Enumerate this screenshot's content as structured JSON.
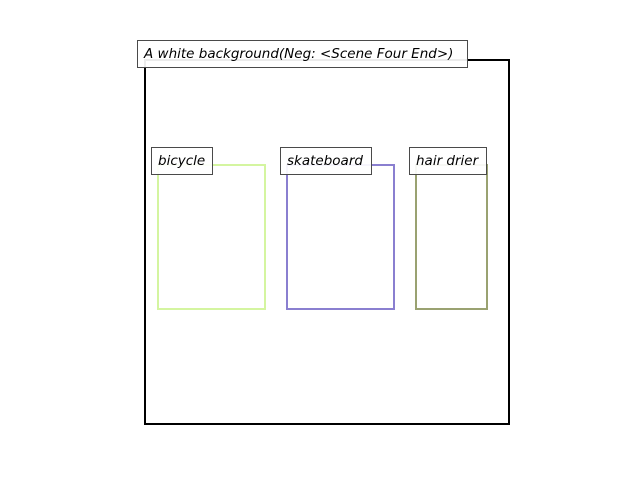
{
  "caption": "A white background(Neg: <Scene Four End>)",
  "objects": [
    {
      "label": "bicycle",
      "color": "#d4f5a0"
    },
    {
      "label": "skateboard",
      "color": "#8a7fd0"
    },
    {
      "label": "hair drier",
      "color": "#9aa271"
    }
  ],
  "colors": {
    "frame": "#000000",
    "background": "#ffffff",
    "label_border": "#4a4a4a"
  }
}
